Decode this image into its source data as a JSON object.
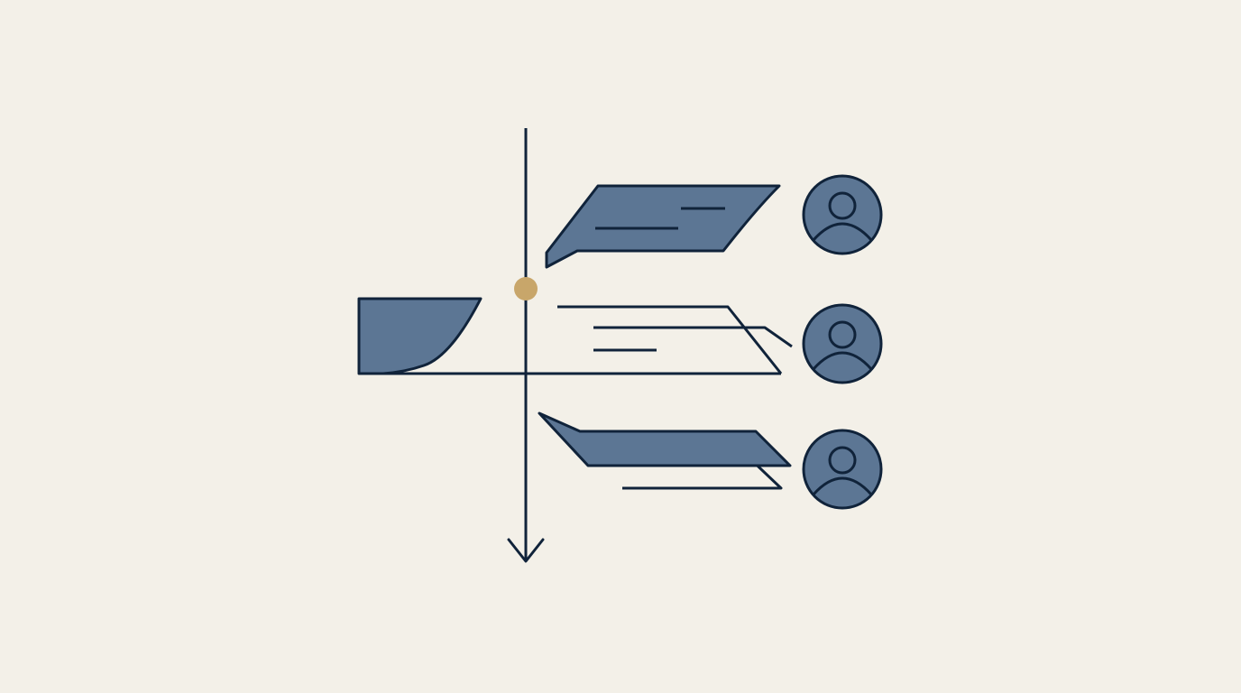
{
  "colors": {
    "background": "#f3f0e8",
    "stroke": "#10233a",
    "fill": "#5c7694",
    "accent": "#c8a66a"
  },
  "icons": {
    "timeline": "down-arrow-icon",
    "marker": "gold-dot-icon",
    "participant": "user-avatar-icon",
    "message": "speech-bubble-icon",
    "origin": "folded-tab-icon"
  },
  "diagram": {
    "participants": [
      {
        "name": "participant-1",
        "icon": "user-avatar-icon"
      },
      {
        "name": "participant-2",
        "icon": "user-avatar-icon"
      },
      {
        "name": "participant-3",
        "icon": "user-avatar-icon"
      }
    ],
    "messages": [
      {
        "name": "message-top",
        "style": "filled"
      },
      {
        "name": "message-middle",
        "style": "outline"
      },
      {
        "name": "message-bottom",
        "style": "filled"
      }
    ]
  }
}
